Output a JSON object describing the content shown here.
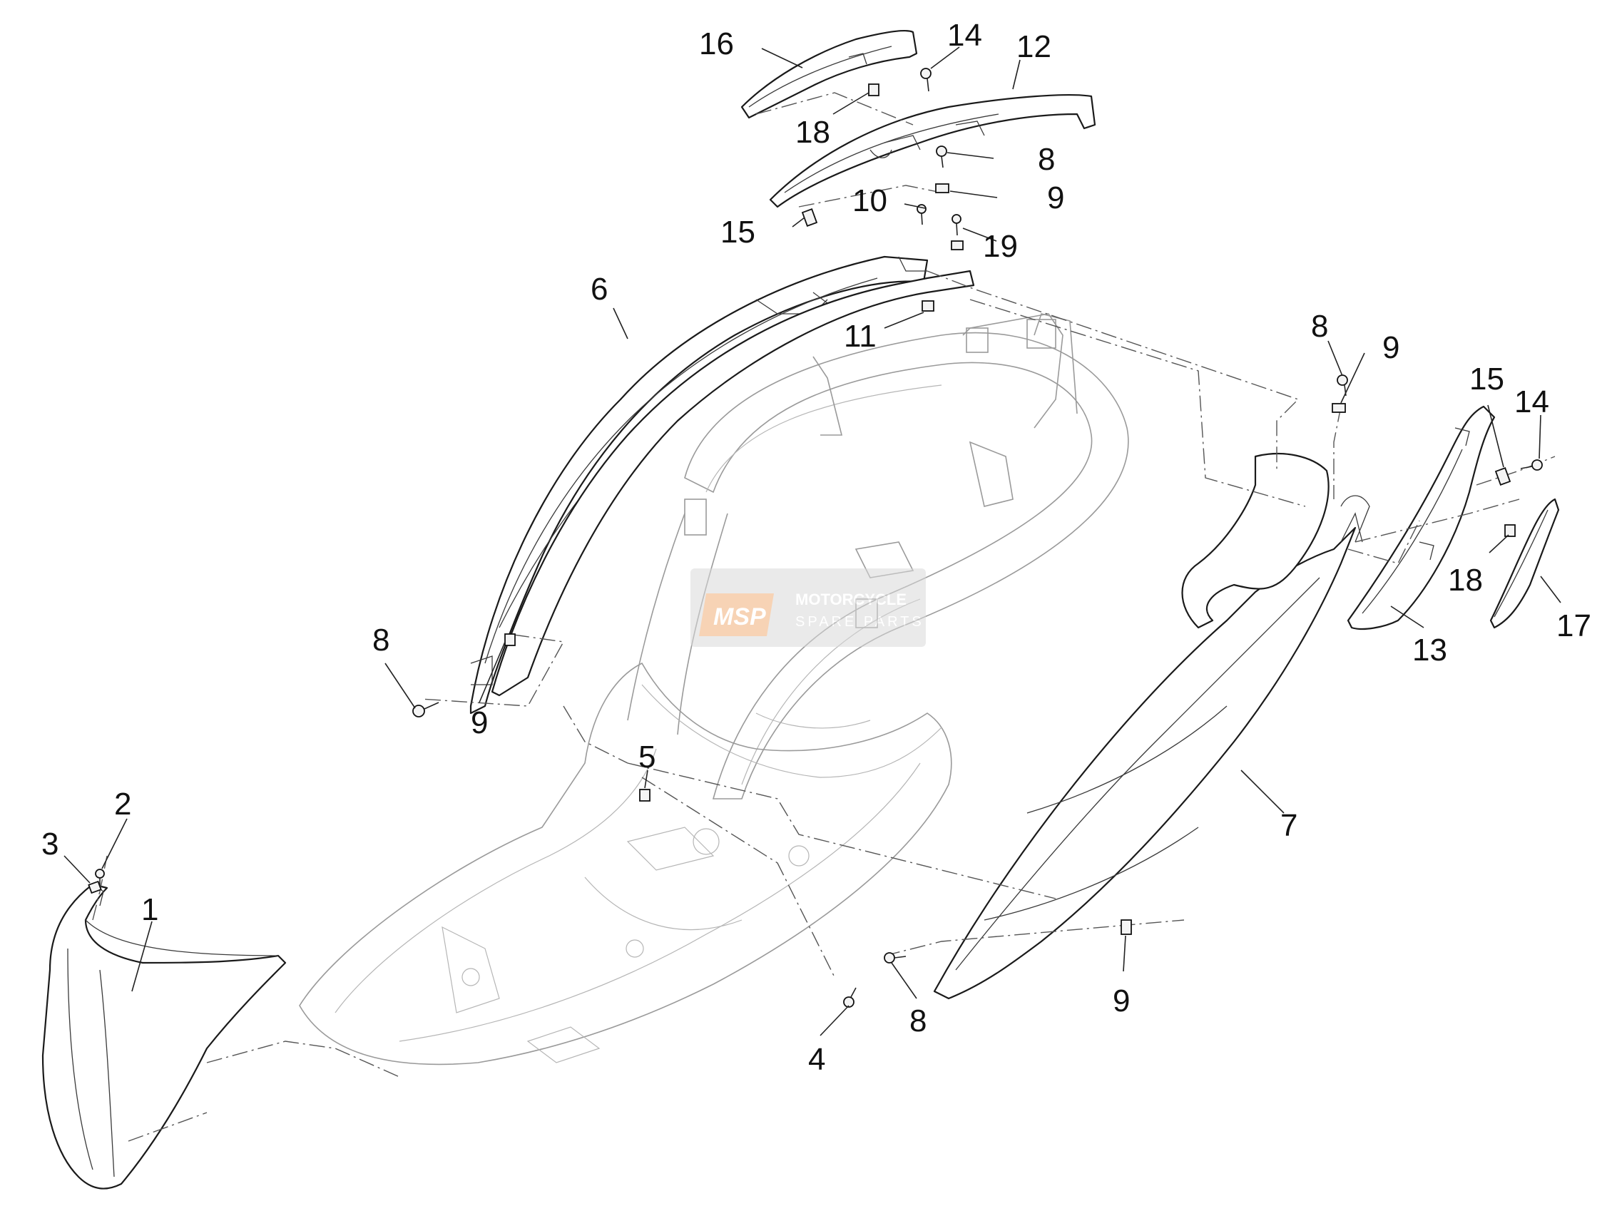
{
  "diagram": {
    "callouts": {
      "c1": "1",
      "c2": "2",
      "c3": "3",
      "c4": "4",
      "c5": "5",
      "c6": "6",
      "c7": "7",
      "c8a": "8",
      "c8b": "8",
      "c8c": "8",
      "c8d": "8",
      "c9a": "9",
      "c9b": "9",
      "c9c": "9",
      "c9d": "9",
      "c10": "10",
      "c11": "11",
      "c12": "12",
      "c13": "13",
      "c14a": "14",
      "c14b": "14",
      "c15a": "15",
      "c15b": "15",
      "c16": "16",
      "c17": "17",
      "c18a": "18",
      "c18b": "18",
      "c19": "19"
    }
  },
  "watermark": {
    "logo": "MSP",
    "line1": "MOTORCYCLE",
    "line2": "SPARE PARTS"
  }
}
